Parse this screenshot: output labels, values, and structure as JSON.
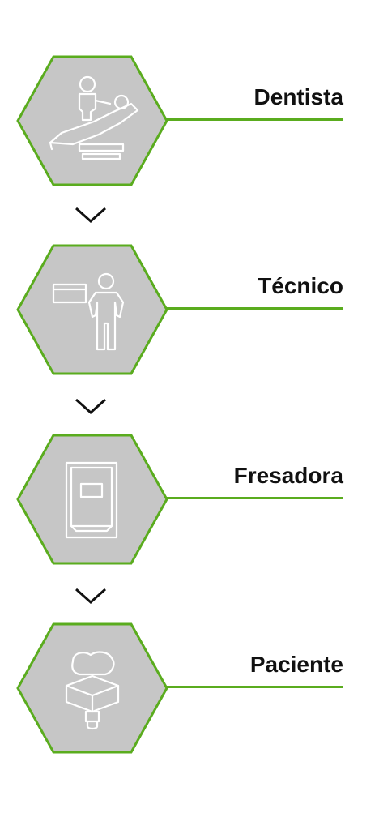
{
  "colors": {
    "accent": "#5aac1e",
    "hex_fill": "#c6c6c6",
    "icon_stroke": "#ffffff",
    "text": "#111111"
  },
  "steps": [
    {
      "label": "Dentista",
      "icon": "dentist-chair-icon"
    },
    {
      "label": "Técnico",
      "icon": "technician-icon"
    },
    {
      "label": "Fresadora",
      "icon": "milling-machine-icon"
    },
    {
      "label": "Paciente",
      "icon": "dental-crown-icon"
    }
  ],
  "connector_icon": "chevron-down-icon"
}
